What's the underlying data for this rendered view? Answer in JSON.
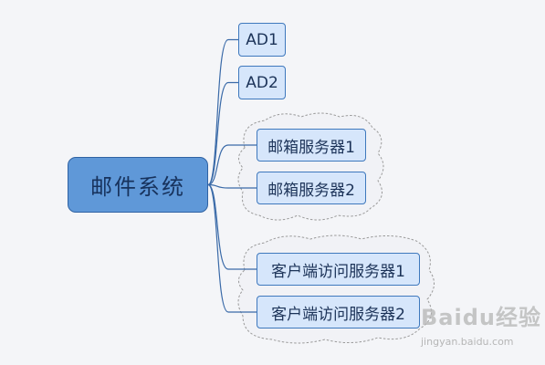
{
  "root": {
    "label": "邮件系统"
  },
  "children": [
    {
      "label": "AD1"
    },
    {
      "label": "AD2"
    },
    {
      "label": "邮箱服务器1"
    },
    {
      "label": "邮箱服务器2"
    },
    {
      "label": "客户端访问服务器1"
    },
    {
      "label": "客户端访问服务器2"
    }
  ],
  "watermark": {
    "main": "Baidu经验",
    "sub": "jingyan.baidu.com"
  },
  "colors": {
    "background": "#f4f5f8",
    "root_fill": "#5f98d8",
    "node_fill": "#d6e6fb",
    "node_border": "#3e78bd",
    "connector": "#3a6aa8",
    "group_outline": "#9a9a9a"
  }
}
